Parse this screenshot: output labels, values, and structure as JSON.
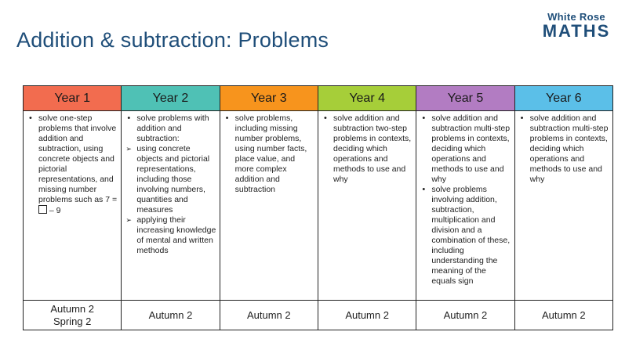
{
  "title": "Addition & subtraction: Problems",
  "logo": {
    "top": "White Rose",
    "bottom": "MATHS"
  },
  "years": [
    {
      "label": "Year 1",
      "color": "#f26c4f"
    },
    {
      "label": "Year 2",
      "color": "#4fc1b5"
    },
    {
      "label": "Year 3",
      "color": "#f7941d"
    },
    {
      "label": "Year 4",
      "color": "#a6ce39"
    },
    {
      "label": "Year 5",
      "color": "#b27cc2"
    },
    {
      "label": "Year 6",
      "color": "#5bbfe8"
    }
  ],
  "objectives": {
    "y1": {
      "item1": "solve one-step problems that involve addition and subtraction, using concrete objects and pictorial representations, and missing number problems such as 7 =",
      "item1_tail": "– 9"
    },
    "y2": {
      "item1": "solve problems with addition and subtraction:",
      "sub1": "using concrete objects and pictorial representations, including those involving numbers, quantities and measures",
      "sub2": "applying their increasing knowledge of mental and written methods"
    },
    "y3": {
      "item1": "solve problems, including missing number problems, using number facts, place value, and more complex addition and subtraction"
    },
    "y4": {
      "item1": "solve addition and subtraction two-step problems in contexts, deciding which operations and methods to use and why"
    },
    "y5": {
      "item1": "solve addition and subtraction multi-step problems in contexts, deciding which operations and methods to use and why",
      "item2": "solve problems involving addition, subtraction, multiplication and division and a combination of these, including understanding the meaning of the equals sign"
    },
    "y6": {
      "item1": "solve addition and subtraction multi-step problems in contexts, deciding which operations and methods to use and why"
    }
  },
  "terms": {
    "y1_line1": "Autumn 2",
    "y1_line2": "Spring 2",
    "y2": "Autumn 2",
    "y3": "Autumn 2",
    "y4": "Autumn 2",
    "y5": "Autumn 2",
    "y6": "Autumn 2"
  }
}
